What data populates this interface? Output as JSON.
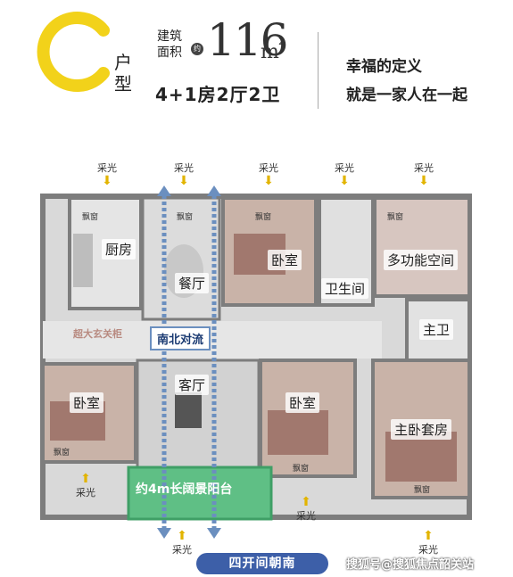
{
  "header": {
    "letter": "C",
    "type_chars": [
      "户",
      "型"
    ],
    "area_label_lines": [
      "建筑",
      "面积"
    ],
    "approx_badge": "约",
    "area_value": "116",
    "area_unit": "m",
    "area_unit_sup": "2",
    "layout": "4+1房2厅2卫",
    "slogan_line1": "幸福的定义",
    "slogan_line2": "就是一家人在一起",
    "accent_color": "#f2d21a"
  },
  "sunlight": {
    "label": "采光"
  },
  "rooms": {
    "bay_window": "飘窗",
    "kitchen": "厨房",
    "dining": "餐厅",
    "bedroom_north": "卧室",
    "bathroom": "卫生间",
    "multi_space": "多功能空间",
    "master_bath": "主卫",
    "bedroom_west": "卧室",
    "living": "客厅",
    "bedroom_middle": "卧室",
    "master_suite": "主卧套房",
    "foyer_cabinet": "超大玄关柜"
  },
  "banners": {
    "ventilation": "南北对流",
    "balcony": "约4m长阔景阳台",
    "bottom": "四开间朝南",
    "watermark": "搜狐号@搜狐焦点韶关站"
  },
  "colors": {
    "wall": "#7d7d7d",
    "floor": "#d9d9d9",
    "bedroom_floor": "#c9b3a8",
    "balcony": "#5fbf85",
    "ventilation": "#6b8fbf",
    "sun_arrow": "#e2b400"
  }
}
